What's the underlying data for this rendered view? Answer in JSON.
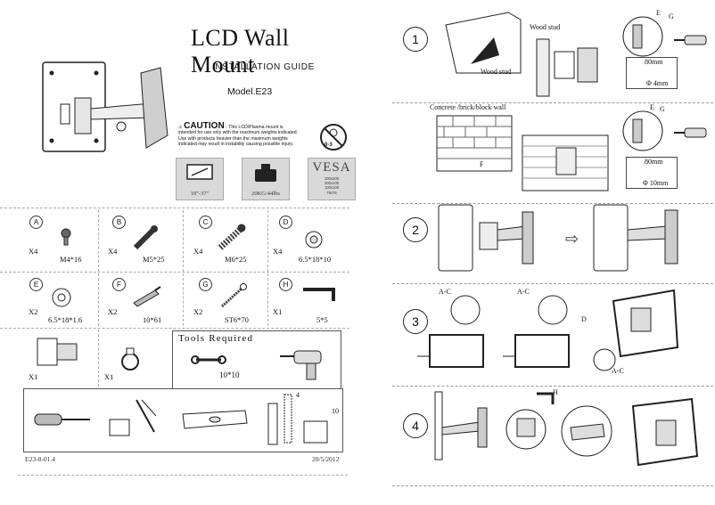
{
  "left_page": {
    "title": "LCD Wall Mount",
    "subtitle": "INSTALLATION GUIDE",
    "model": "Model.E23",
    "caution": {
      "heading": "CAUTION",
      "text_lines": [
        " - This LCD/Plasma mount is",
        "intended for use only with the maximum weights indicated.",
        "Use with products heavier than the maximum weights",
        "indicated may result in instability causing possible injury."
      ],
      "no_kids_label": "0-3"
    },
    "specs": [
      {
        "label": "10\"-37\""
      },
      {
        "label": "20KG/44lbs"
      },
      {
        "label": "VESA",
        "sizes": [
          "200x200",
          "200x100",
          "100x100",
          "75x75"
        ]
      }
    ],
    "parts": [
      {
        "letter": "A",
        "qty": "X4",
        "size": "M4*16"
      },
      {
        "letter": "B",
        "qty": "X4",
        "size": "M5*25"
      },
      {
        "letter": "C",
        "qty": "X4",
        "size": "M6*25"
      },
      {
        "letter": "D",
        "qty": "X4",
        "size": "6.5*18*10"
      },
      {
        "letter": "E",
        "qty": "X2",
        "size": "6.5*18*1.6"
      },
      {
        "letter": "F",
        "qty": "X2",
        "size": "10*61"
      },
      {
        "letter": "G",
        "qty": "X2",
        "size": "ST6*70"
      },
      {
        "letter": "H",
        "qty": "X1",
        "size": "5*5"
      }
    ],
    "extra_parts": [
      {
        "qty": "X1"
      },
      {
        "qty": "X1"
      }
    ],
    "tools_required": {
      "title": "Tools Required",
      "wrench_size": "10*10"
    },
    "bottom_tool_labels": {
      "drill_bit_a": "4",
      "drill_bit_b": "10"
    },
    "footer": {
      "code": "E23-8-01.4",
      "date": "20/5/2012"
    }
  },
  "right_page": {
    "steps": [
      {
        "number": "1"
      },
      {
        "number": "2"
      },
      {
        "number": "3"
      },
      {
        "number": "4"
      }
    ],
    "step1": {
      "wood_stud_top": "Wood stud",
      "wood_stud_bottom": "Wood stud",
      "concrete_label": "Concrete /brick/block wall",
      "callout_a": "E",
      "callout_b": "G",
      "callout_c": "E",
      "callout_d": "G",
      "depth_a": "80mm",
      "diameter_a": "Φ 4mm",
      "depth_b": "80mm",
      "diameter_b": "Φ 10mm",
      "anchor_label": "F"
    },
    "step3": {
      "label_ac_1": "A-C",
      "label_ac_2": "A-C",
      "label_d": "D",
      "label_ac_3": "A-C"
    },
    "step4": {
      "label_h": "H"
    }
  }
}
